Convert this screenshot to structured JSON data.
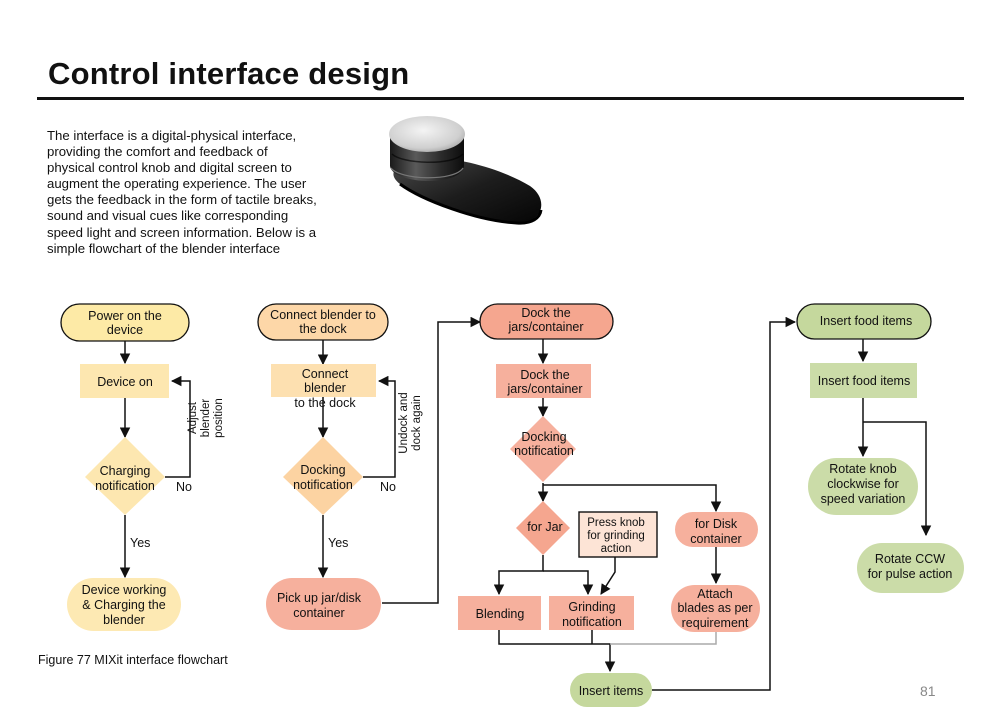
{
  "page": {
    "title": "Control interface design",
    "intro_lines": [
      "The interface is a digital-physical interface,",
      "providing the comfort and feedback of",
      "physical control knob and digital screen to",
      "augment the operating experience. The user",
      "gets the feedback in the form of tactile breaks,",
      "sound and visual cues like corresponding",
      "speed light and screen information. Below is a",
      "simple flowchart of the blender interface"
    ],
    "caption": "Figure 77 MIXit interface flowchart",
    "page_number": "81"
  },
  "colors": {
    "yellow_fill": "#fde7b0",
    "yellow_terminal": "#fdeaa6",
    "salmon_fill": "#f6b09d",
    "salmon_terminal": "#f5a68f",
    "green_fill": "#cbdca8",
    "green_terminal": "#c5d89d",
    "stroke": "#111111"
  },
  "flowchart": {
    "nodes": [
      {
        "id": "power",
        "shape": "terminal",
        "color": "yellow",
        "lines": [
          "Power on the",
          "device"
        ]
      },
      {
        "id": "device_on",
        "shape": "rect",
        "color": "yellow",
        "lines": [
          "Device on"
        ]
      },
      {
        "id": "charging_notif",
        "shape": "diamond",
        "color": "yellow",
        "lines": [
          "Charging",
          "notification"
        ]
      },
      {
        "id": "device_working",
        "shape": "terminal",
        "color": "yellow",
        "lines": [
          "Device working",
          "& Charging the",
          "blender"
        ]
      },
      {
        "id": "connect_dock",
        "shape": "terminal",
        "color": "yellow",
        "lines": [
          "Connect blender to",
          "the dock"
        ]
      },
      {
        "id": "connect_blender",
        "shape": "rect",
        "color": "yellow",
        "lines": [
          "Connect",
          "blender",
          "to the dock"
        ]
      },
      {
        "id": "docking_notif_1",
        "shape": "diamond",
        "color": "yellow",
        "lines": [
          "Docking",
          "notification"
        ]
      },
      {
        "id": "pickup",
        "shape": "terminal",
        "color": "salmon",
        "lines": [
          "Pick up jar/disk",
          "container"
        ]
      },
      {
        "id": "dock_jars_t",
        "shape": "terminal",
        "color": "salmon",
        "lines": [
          "Dock the",
          "jars/container"
        ]
      },
      {
        "id": "dock_jars_r",
        "shape": "rect",
        "color": "salmon",
        "lines": [
          "Dock the",
          "jars/container"
        ]
      },
      {
        "id": "docking_notif_2",
        "shape": "diamond",
        "color": "salmon",
        "lines": [
          "Docking",
          "notification"
        ]
      },
      {
        "id": "for_jar",
        "shape": "diamond",
        "color": "salmon",
        "lines": [
          "for Jar"
        ]
      },
      {
        "id": "press_knob",
        "shape": "note",
        "color": "salmon",
        "lines": [
          "Press knob",
          "for grinding",
          "action"
        ]
      },
      {
        "id": "for_disk",
        "shape": "terminal",
        "color": "salmon",
        "lines": [
          "for Disk",
          "container"
        ]
      },
      {
        "id": "blending",
        "shape": "rect",
        "color": "salmon",
        "lines": [
          "Blending"
        ]
      },
      {
        "id": "grinding",
        "shape": "rect",
        "color": "salmon",
        "lines": [
          "Grinding",
          "notification"
        ]
      },
      {
        "id": "attach_blades",
        "shape": "terminal",
        "color": "salmon",
        "lines": [
          "Attach",
          "blades as per",
          "requirement"
        ]
      },
      {
        "id": "insert_items",
        "shape": "terminal",
        "color": "green",
        "lines": [
          "Insert items"
        ]
      },
      {
        "id": "insert_food_t",
        "shape": "terminal",
        "color": "green",
        "lines": [
          "Insert food items"
        ]
      },
      {
        "id": "insert_food_r",
        "shape": "rect",
        "color": "green",
        "lines": [
          "Insert food items"
        ]
      },
      {
        "id": "rotate_knob",
        "shape": "terminal",
        "color": "green",
        "lines": [
          "Rotate knob",
          "clockwise for",
          "speed variation"
        ]
      },
      {
        "id": "rotate_ccw",
        "shape": "terminal",
        "color": "green",
        "lines": [
          "Rotate CCW",
          "for pulse action"
        ]
      }
    ],
    "edges": [
      {
        "from": "power",
        "to": "device_on"
      },
      {
        "from": "device_on",
        "to": "charging_notif"
      },
      {
        "from": "charging_notif",
        "to": "device_working",
        "label": "Yes"
      },
      {
        "from": "charging_notif",
        "to": "device_on",
        "label": "No",
        "side_label": [
          "Adjust",
          "blender",
          "position"
        ]
      },
      {
        "from": "connect_dock",
        "to": "connect_blender"
      },
      {
        "from": "connect_blender",
        "to": "docking_notif_1"
      },
      {
        "from": "docking_notif_1",
        "to": "pickup",
        "label": "Yes"
      },
      {
        "from": "docking_notif_1",
        "to": "connect_blender",
        "label": "No",
        "side_label": [
          "Undock and",
          "dock again"
        ]
      },
      {
        "from": "pickup",
        "to": "dock_jars_t"
      },
      {
        "from": "dock_jars_t",
        "to": "dock_jars_r"
      },
      {
        "from": "dock_jars_r",
        "to": "docking_notif_2"
      },
      {
        "from": "docking_notif_2",
        "to": "for_jar"
      },
      {
        "from": "docking_notif_2",
        "to": "for_disk"
      },
      {
        "from": "for_jar",
        "to": "blending"
      },
      {
        "from": "for_jar",
        "to": "grinding"
      },
      {
        "from": "press_knob",
        "to": "grinding"
      },
      {
        "from": "for_disk",
        "to": "attach_blades"
      },
      {
        "from": "blending",
        "to": "insert_items"
      },
      {
        "from": "grinding",
        "to": "insert_items"
      },
      {
        "from": "attach_blades",
        "to": "insert_items"
      },
      {
        "from": "insert_items",
        "to": "insert_food_t"
      },
      {
        "from": "insert_food_t",
        "to": "insert_food_r"
      },
      {
        "from": "insert_food_r",
        "to": "rotate_knob"
      },
      {
        "from": "insert_food_r",
        "to": "rotate_ccw"
      }
    ]
  }
}
